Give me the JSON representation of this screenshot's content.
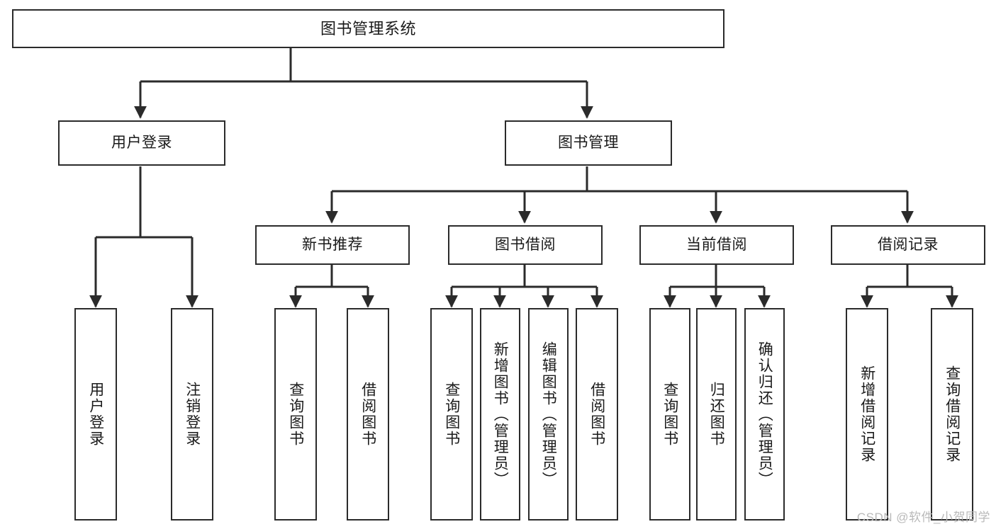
{
  "diagram": {
    "title": "图书管理系统",
    "type": "tree-hierarchy",
    "watermark": "CSDN @软件_小贺同学",
    "colors": {
      "box_border": "#2b2b2b",
      "box_fill": "#ffffff",
      "edge": "#2b2b2b",
      "text": "#1a1a1a",
      "watermark": "#b9b9b9"
    },
    "nodes": {
      "root": {
        "label": "图书管理系统"
      },
      "level2": [
        {
          "label": "用户登录"
        },
        {
          "label": "图书管理"
        }
      ],
      "level3": [
        {
          "label": "新书推荐"
        },
        {
          "label": "图书借阅"
        },
        {
          "label": "当前借阅"
        },
        {
          "label": "借阅记录"
        }
      ],
      "leaves": {
        "user_login": [
          {
            "label": "用户登录"
          },
          {
            "label": "注销登录"
          }
        ],
        "new_book": [
          {
            "label": "查询图书"
          },
          {
            "label": "借阅图书"
          }
        ],
        "book_borrow": [
          {
            "label": "查询图书"
          },
          {
            "label": "新增图书（管理员）"
          },
          {
            "label": "编辑图书（管理员）"
          },
          {
            "label": "借阅图书"
          }
        ],
        "current_borrow": [
          {
            "label": "查询图书"
          },
          {
            "label": "归还图书"
          },
          {
            "label": "确认归还（管理员）"
          }
        ],
        "borrow_record": [
          {
            "label": "新增借阅记录"
          },
          {
            "label": "查询借阅记录"
          }
        ]
      }
    }
  }
}
